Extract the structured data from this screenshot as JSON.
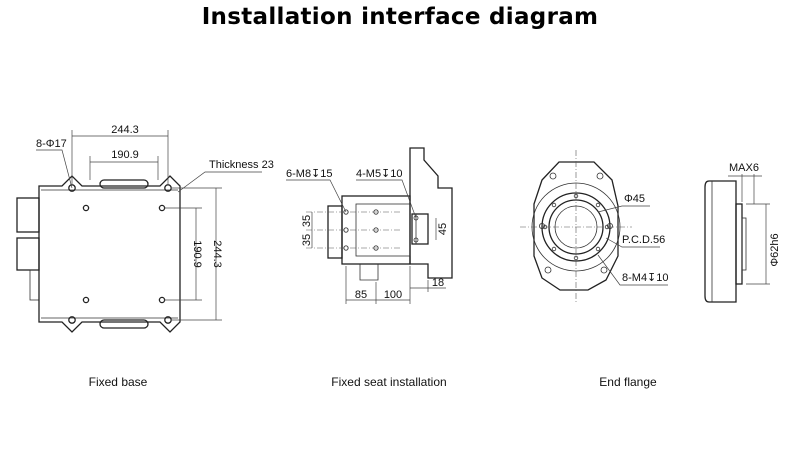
{
  "title": "Installation interface diagram",
  "views": {
    "fixed_base": {
      "caption": "Fixed base",
      "hole_spec": "8-Φ17",
      "width_outer": "244.3",
      "width_inner": "190.9",
      "thickness": "Thickness 23",
      "height_inner": "190.9",
      "height_outer": "244.3"
    },
    "fixed_seat": {
      "caption": "Fixed seat installation",
      "bolt_spec_left": "6-M8↧15",
      "bolt_spec_right": "4-M5↧10",
      "dim_35_top": "35",
      "dim_35_bottom": "35",
      "dim_45": "45",
      "dim_85": "85",
      "dim_100": "100",
      "dim_18": "18"
    },
    "end_flange": {
      "caption": "End flange",
      "bore": "Φ45",
      "pcd": "P.C.D.56",
      "bolt_spec": "8-M4↧10",
      "max_depth": "MAX6",
      "spigot": "Φ62h6"
    }
  }
}
